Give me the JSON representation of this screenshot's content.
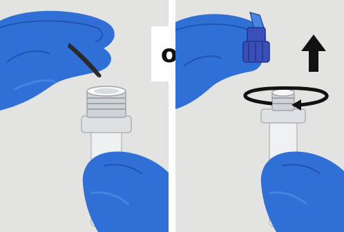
{
  "separator_text": "or",
  "colors": {
    "background": "#e3e3e1",
    "glove": "#2f6fd6",
    "glove_dark": "#1f54b0",
    "glove_light": "#5a91e6",
    "tube": "#eef0f1",
    "thread": "#cfd3d6",
    "cap": "#3a4fb8",
    "arrow": "#111111"
  },
  "panels": [
    {
      "id": "left",
      "action": "peel-off-foil-seal"
    },
    {
      "id": "right",
      "action": "unscrew-cap",
      "arrow_icon": "up-arrow-icon",
      "rotation_icon": "rotate-counterclockwise-icon"
    }
  ]
}
